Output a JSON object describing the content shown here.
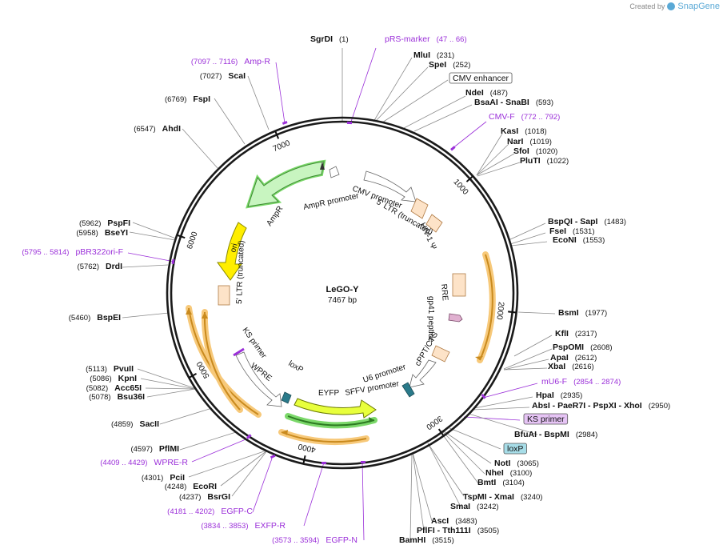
{
  "credit": {
    "text": "Created by",
    "brand": "SnapGene"
  },
  "plasmid": {
    "name": "LeGO-Y",
    "size": "7467 bp"
  },
  "ticks": [
    "1000",
    "2000",
    "3000",
    "4000",
    "5000",
    "6000",
    "7000"
  ],
  "sites": [
    {
      "label": "SgrDI",
      "pos": "(1)"
    },
    {
      "label": "pRS-marker",
      "pos": "(47 .. 66)",
      "primer": true
    },
    {
      "label": "MluI",
      "pos": "(231)"
    },
    {
      "label": "SpeI",
      "pos": "(252)"
    },
    {
      "label": "CMV enhancer",
      "boxed": true
    },
    {
      "label": "NdeI",
      "pos": "(487)"
    },
    {
      "label": "BsaAI  - SnaBI",
      "pos": "(593)"
    },
    {
      "label": "CMV-F",
      "pos": "(772 .. 792)",
      "primer": true
    },
    {
      "label": "KasI",
      "pos": "(1018)"
    },
    {
      "label": "NarI",
      "pos": "(1019)"
    },
    {
      "label": "SfoI",
      "pos": "(1020)"
    },
    {
      "label": "PluTI",
      "pos": "(1022)"
    },
    {
      "label": "BspQI  - SapI",
      "pos": "(1483)"
    },
    {
      "label": "FseI",
      "pos": "(1531)"
    },
    {
      "label": "EcoNI",
      "pos": "(1553)"
    },
    {
      "label": "BsmI",
      "pos": "(1977)"
    },
    {
      "label": "KflI",
      "pos": "(2317)"
    },
    {
      "label": "PspOMI",
      "pos": "(2608)"
    },
    {
      "label": "ApaI",
      "pos": "(2612)"
    },
    {
      "label": "XbaI",
      "pos": "(2616)"
    },
    {
      "label": "mU6-F",
      "pos": "(2854 .. 2874)",
      "primer": true
    },
    {
      "label": "HpaI",
      "pos": "(2935)"
    },
    {
      "label": "AbsI  - PaeR7I  - PspXI  - XhoI",
      "pos": "(2950)"
    },
    {
      "label": "KS primer",
      "boxed": true
    },
    {
      "label": "BfuAI  - BspMI",
      "pos": "(2984)"
    },
    {
      "label": "loxP",
      "boxed": true
    },
    {
      "label": "NotI",
      "pos": "(3065)"
    },
    {
      "label": "NheI",
      "pos": "(3100)"
    },
    {
      "label": "BmtI",
      "pos": "(3104)"
    },
    {
      "label": "TspMI  - XmaI",
      "pos": "(3240)"
    },
    {
      "label": "SmaI",
      "pos": "(3242)"
    },
    {
      "label": "AscI",
      "pos": "(3483)"
    },
    {
      "label": "PflFI  - Tth111I",
      "pos": "(3505)"
    },
    {
      "label": "BamHI",
      "pos": "(3515)"
    },
    {
      "label": "EGFP-N",
      "pos": "(3573 .. 3594)",
      "primer": true
    },
    {
      "label": "EXFP-R",
      "pos": "(3834 .. 3853)",
      "primer": true
    },
    {
      "label": "EGFP-C",
      "pos": "(4181 .. 4202)",
      "primer": true
    },
    {
      "label": "BsrGI",
      "pos": "(4237)"
    },
    {
      "label": "EcoRI",
      "pos": "(4248)"
    },
    {
      "label": "PciI",
      "pos": "(4301)"
    },
    {
      "label": "WPRE-R",
      "pos": "(4409 .. 4429)",
      "primer": true
    },
    {
      "label": "PflMI",
      "pos": "(4597)"
    },
    {
      "label": "SacII",
      "pos": "(4859)"
    },
    {
      "label": "Bsu36I",
      "pos": "(5078)"
    },
    {
      "label": "Acc65I",
      "pos": "(5082)"
    },
    {
      "label": "KpnI",
      "pos": "(5086)"
    },
    {
      "label": "PvuII",
      "pos": "(5113)"
    },
    {
      "label": "BspEI",
      "pos": "(5460)"
    },
    {
      "label": "DrdI",
      "pos": "(5762)"
    },
    {
      "label": "pBR322ori-F",
      "pos": "(5795 .. 5814)",
      "primer": true
    },
    {
      "label": "BseYI",
      "pos": "(5958)"
    },
    {
      "label": "PspFI",
      "pos": "(5962)"
    },
    {
      "label": "AhdI",
      "pos": "(6547)"
    },
    {
      "label": "FspI",
      "pos": "(6769)"
    },
    {
      "label": "ScaI",
      "pos": "(7027)"
    },
    {
      "label": "Amp-R",
      "pos": "(7097 .. 7116)",
      "primer": true
    }
  ],
  "features": [
    {
      "label": "CMV promoter"
    },
    {
      "label": "5' LTR (truncated)"
    },
    {
      "label": "HIV-1 Ψ"
    },
    {
      "label": "RRE"
    },
    {
      "label": "gp41 peptide"
    },
    {
      "label": "cPPT/CTS"
    },
    {
      "label": "U6 promoter"
    },
    {
      "label": "SFFV promoter"
    },
    {
      "label": "EYFP"
    },
    {
      "label": "loxP"
    },
    {
      "label": "WPRE"
    },
    {
      "label": "KS primer"
    },
    {
      "label": "5' LTR (truncated)"
    },
    {
      "label": "ori"
    },
    {
      "label": "AmpR"
    },
    {
      "label": "AmpR promoter"
    }
  ],
  "colors": {
    "backbone": "#1a1a1a",
    "primer": "#9b30d9",
    "leader": "#777777",
    "ltr": "#fde3c8",
    "ori": "#ffee00",
    "ampr": "#c8f5c0",
    "eyfp": "#e8ff3c",
    "orange_halo": "#f7c97a",
    "green_halo": "#7bd86a"
  }
}
